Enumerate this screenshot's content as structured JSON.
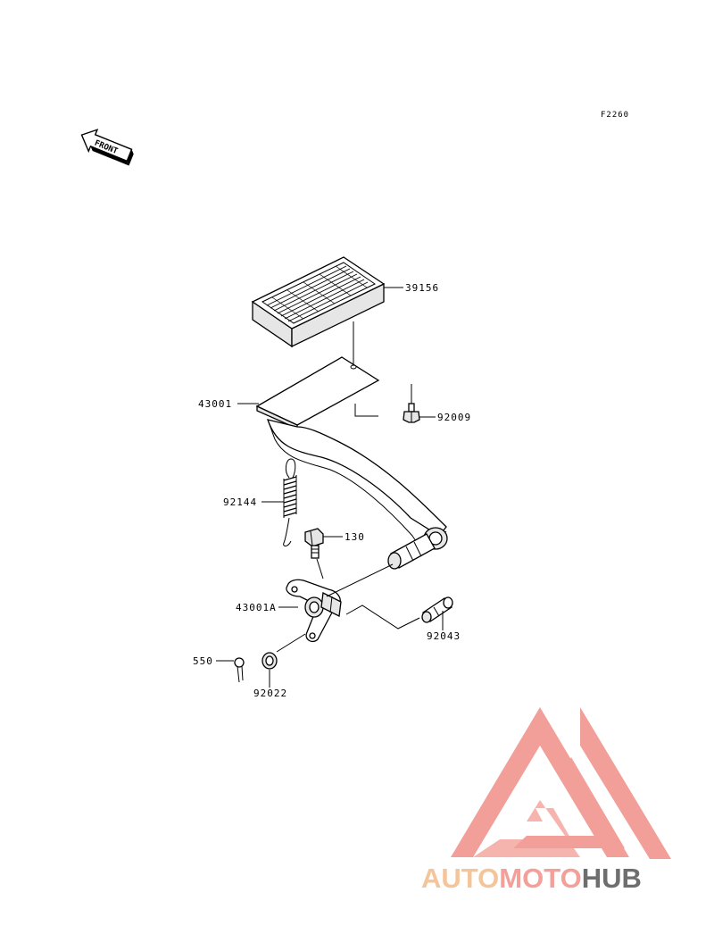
{
  "reference_code": "F2260",
  "direction_marker": "FRONT",
  "parts": {
    "p39156": "39156",
    "p43001": "43001",
    "p92009": "92009",
    "p92144": "92144",
    "p130": "130",
    "p43001A": "43001A",
    "p92043": "92043",
    "p550": "550",
    "p92022": "92022"
  },
  "watermark": {
    "part1": "AUTO",
    "part2": "MOTO",
    "part3": "HUB",
    "colors": {
      "part1": "#f4c59a",
      "part2": "#f4a09a",
      "part3": "#6e6e6e",
      "logo": "#f29a94"
    }
  }
}
